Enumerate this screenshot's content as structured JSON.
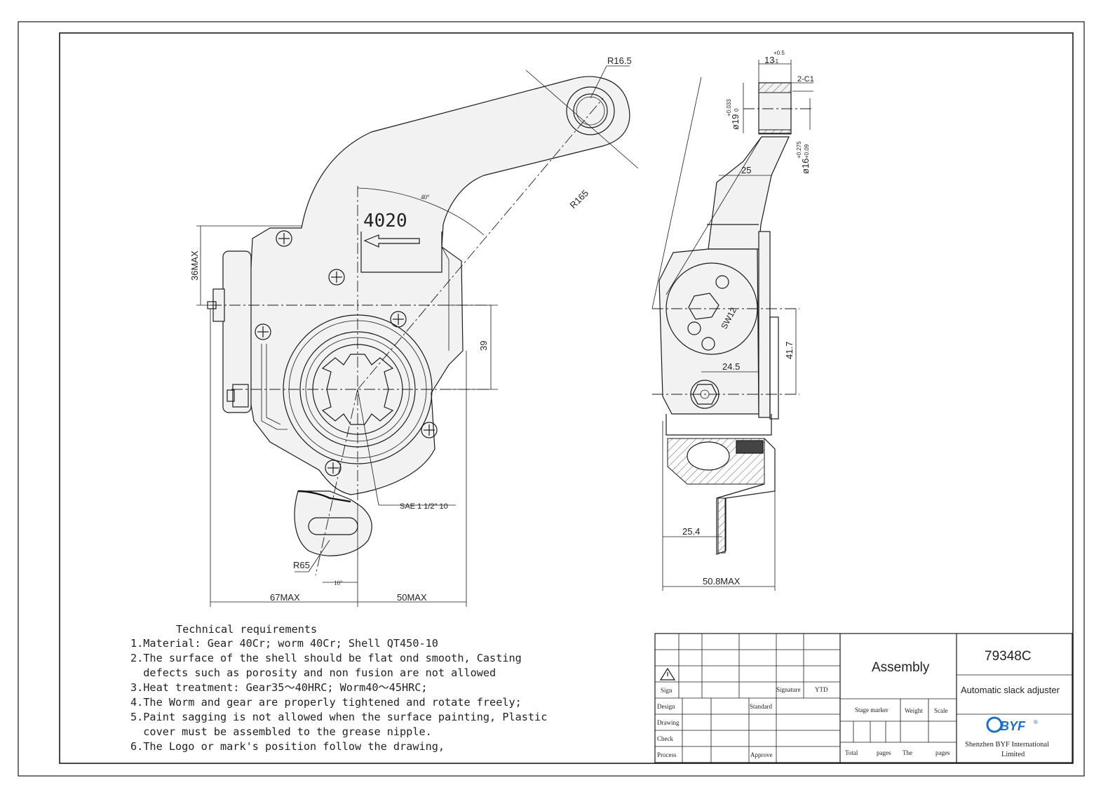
{
  "front_view": {
    "model_label": "4020",
    "dimensions": {
      "r_eye": "R16.5",
      "r_arm": "R165",
      "angle_top": "40°",
      "height_max": "36MAX",
      "center_dist": "39",
      "r_clip": "R65",
      "angle_bottom": "10°",
      "width_left": "67MAX",
      "width_right": "50MAX",
      "spline": "SAE 1 1/2\" 10"
    }
  },
  "side_view": {
    "dimensions": {
      "eye_width": "13",
      "eye_width_tol_upper": "+0.5",
      "eye_width_tol_lower": "-1",
      "chamfer": "2-C1",
      "bore_outer": "ø19",
      "bore_outer_tol_upper": "+0.033",
      "bore_outer_tol_lower": "0",
      "bore_inner": "ø16",
      "bore_inner_tol_upper": "+0.275",
      "bore_inner_tol_lower": "+0.09",
      "arm_offset": "25",
      "hex": "SW12",
      "hex_offset": "24.5",
      "vertical": "41.7",
      "bracket_offset": "25.4",
      "overall_width": "50.8MAX"
    }
  },
  "requirements": {
    "title": "Technical requirements",
    "items": [
      "1.Material: Gear 40Cr; worm 40Cr; Shell QT450-10",
      "2.The surface of the shell should be flat ond smooth, Casting",
      "  defects such as porosity and non fusion are not allowed",
      "3.Heat treatment: Gear35～40HRC; Worm40～45HRC;",
      "4.The Worm and gear are properly tightened and rotate freely;",
      "5.Paint sagging is not allowed when the surface painting, Plastic",
      "  cover must be assembled to the grease nipple.",
      "6.The Logo or mark's position follow the drawing,"
    ]
  },
  "title_block": {
    "sign": "Sign",
    "signature": "Signature",
    "ytd": "YTD",
    "design": "Design",
    "standard": "Standard",
    "drawing": "Drawing",
    "check": "Check",
    "process": "Process",
    "approve": "Approve",
    "assembly": "Assembly",
    "stage_marker": "Stage marker",
    "weight": "Weight",
    "scale": "Scale",
    "total": "Total",
    "pages": "pages",
    "the": "The",
    "pages2": "pages",
    "part_number": "79348C",
    "part_name": "Automatic slack adjuster",
    "logo_text": "BYF",
    "logo_mark": "®",
    "company_line1": "Shenzhen BYF International",
    "company_line2": "Limited"
  }
}
